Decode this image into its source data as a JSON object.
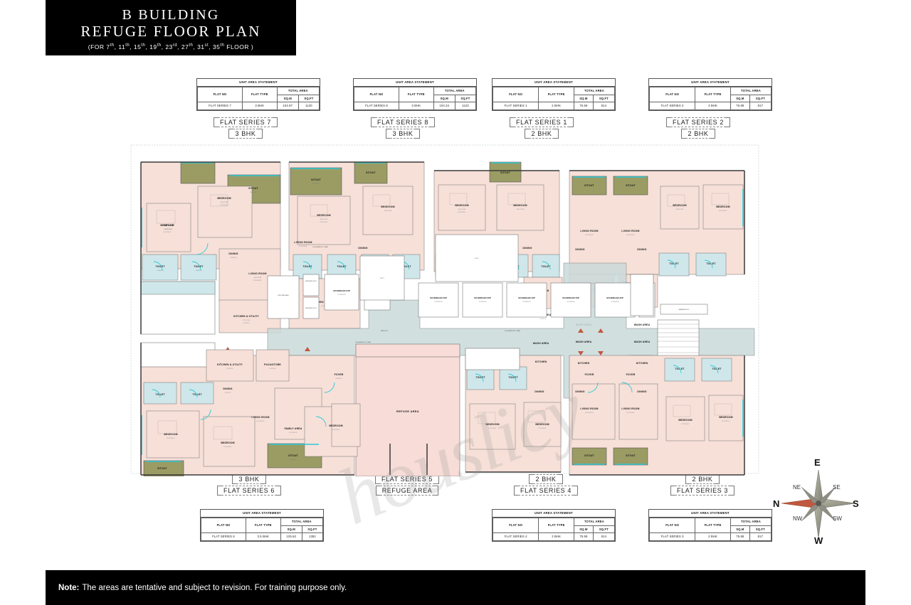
{
  "title": {
    "line1": "B BUILDING",
    "line2": "REFUGE FLOOR PLAN",
    "subtitle_prefix": "(FOR 7",
    "subtitle": "(FOR 7th, 11th, 15th, 19th, 23rd, 27th, 31st, 35th FLOOR )",
    "floors": [
      "7th",
      "11th",
      "15th",
      "19th",
      "23rd",
      "27th",
      "31st",
      "35th"
    ]
  },
  "footer": {
    "label": "Note:",
    "text": "The areas are tentative and subject to revision. For training purpose only."
  },
  "watermark": "houslicy",
  "table_headers": {
    "statement_title": "UNIT AREA STATEMENT",
    "flat_no": "FLAT NO",
    "flat_type": "FLAT TYPE",
    "total_area": "TOTAL AREA",
    "sqm": "SQ.M",
    "sqft": "SQ.FT"
  },
  "unit_area_statements": [
    {
      "id": "series7",
      "flat_no": "FLAT SERIES 7",
      "flat_type": "3 BHK",
      "sqm": "104.97",
      "sqft": "1130"
    },
    {
      "id": "series8",
      "flat_no": "FLAT SERIES 8",
      "flat_type": "3 BHK",
      "sqm": "104.34",
      "sqft": "1123"
    },
    {
      "id": "series1",
      "flat_no": "FLAT SERIES 1",
      "flat_type": "2 BHK",
      "sqm": "75.59",
      "sqft": "814"
    },
    {
      "id": "series2",
      "flat_no": "FLAT SERIES 2",
      "flat_type": "2 BHK",
      "sqm": "75.88",
      "sqft": "817"
    },
    {
      "id": "series6",
      "flat_no": "FLAT SERIES 6",
      "flat_type": "3.5 BHK",
      "sqm": "125.62",
      "sqft": "1352"
    },
    {
      "id": "series4",
      "flat_no": "FLAT SERIES 4",
      "flat_type": "2 BHK",
      "sqm": "75.59",
      "sqft": "814"
    },
    {
      "id": "series3",
      "flat_no": "FLAT SERIES 3",
      "flat_type": "2 BHK",
      "sqm": "75.88",
      "sqft": "817"
    }
  ],
  "series_tags": {
    "top": [
      {
        "series": "FLAT SERIES 7",
        "type": "3 BHK"
      },
      {
        "series": "FLAT SERIES 8",
        "type": "3 BHK"
      },
      {
        "series": "FLAT SERIES 1",
        "type": "2 BHK"
      },
      {
        "series": "FLAT SERIES 2",
        "type": "2 BHK"
      }
    ],
    "bottom": [
      {
        "type": "3 BHK",
        "series": "FLAT SERIES 6"
      },
      {
        "type": "FLAT SERIES 5",
        "series": "REFUGE AREA"
      },
      {
        "type": "2 BHK",
        "series": "FLAT SERIES 4"
      },
      {
        "type": "2 BHK",
        "series": "FLAT SERIES 3"
      }
    ]
  },
  "compass": {
    "n": "N",
    "e": "E",
    "s": "S",
    "w": "W",
    "ne": "NE",
    "se": "SE",
    "sw": "SW",
    "nw": "NW",
    "needle_color": "#c0583f"
  },
  "colors": {
    "unit_fill": "#f7e0d8",
    "sitout_fill": "#9a9c64",
    "wet_fill": "#cfe7ea",
    "lobby_fill": "#cbdada",
    "refuge_fill": "#f7dcd7",
    "wall": "#3a3a3a",
    "door_arc": "#2ec8d8",
    "title_bg": "#000000"
  },
  "plan_labels": {
    "refuge_area": "REFUGE AREA",
    "lift_lobby": "1.50 M WIDE LIFT LOBBY",
    "passage": "1.50 M WIDE PASSAGE",
    "fire_staircase": "FIRE STAIRCASE",
    "pressure_duct": "PRESSURE DUCT",
    "electric_duct": "ELECTRIC DUCT",
    "fire_duct": "FIRE DUCT",
    "garbage_duct": "GARBAGE DUCT",
    "duct": "DUCT",
    "lift": "LIFT"
  },
  "elevators": [
    {
      "name": "SCHINDLER 24P",
      "capacity": "24 PERSON"
    },
    {
      "name": "SCHINDLER 20P",
      "capacity": "20 PERSON"
    },
    {
      "name": "SCHINDLER 20P",
      "capacity": "20 PERSON"
    },
    {
      "name": "SCHINDLER 20P",
      "capacity": "20 PERSON"
    },
    {
      "name": "SCHINDLER 20P",
      "capacity": "20 PERSON"
    },
    {
      "name": "SCHINDLER 20P",
      "capacity": "20 PERSON"
    }
  ],
  "rooms": {
    "sitout": "SITOUT",
    "bedroom": "BEDROOM",
    "living_room": "LIVING ROOM",
    "dining": "DINING",
    "toilet": "TOILET",
    "kitchen": "KITCHEN",
    "kitchen_utility": "KITCHEN & UTILITY",
    "foyer": "FOYER",
    "wash_area": "WASH AREA",
    "family_area": "FAMILY AREA",
    "puja_store": "PUJA/STORE"
  },
  "room_dims": {
    "bedroom": "3.50 X 3.35 / 11'-6\"X11'-0\"",
    "living": "3.65 X 3.96 / 12'-0\"X13'-0\"",
    "dining": "2.20 X 2.20 / 7'-3\"X7'-3\"",
    "toilet": "1.50 X 2.20 / 5'-0\"X7'-3\"",
    "kitchen": "2.75 X 2.45 / 9'-0\"X8'-0\"",
    "sitout": "3.05 X 1.50 / 10'-0\"X5'-0\"",
    "foyer": "1.20 X 1.50 / 4'-0\"X5'-0\"",
    "wash": "1.50 X 1.50 / 5'-0\"X5'-0\"",
    "family": "3.35 X 3.65 / 11'-0\"X12'-0\"",
    "puja": "1.50 X 1.20 / 5'-0\"X4'-0\""
  }
}
